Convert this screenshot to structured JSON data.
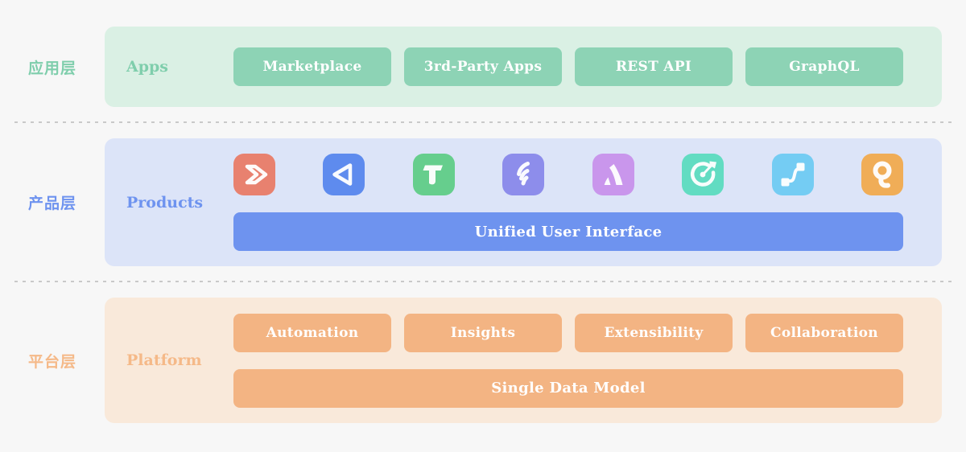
{
  "page": {
    "background": "#f7f7f7",
    "separator_color": "#c9c9c9"
  },
  "layers": [
    {
      "side_label": "应用层",
      "panel_label": "Apps",
      "panel_color": "#daf0e4",
      "accent_color": "#7fceac",
      "chip_color": "#8dd3b5",
      "chips": [
        "Marketplace",
        "3rd-Party Apps",
        "REST API",
        "GraphQL"
      ]
    },
    {
      "side_label": "产品层",
      "panel_label": "Products",
      "panel_color": "#dce4f8",
      "accent_color": "#6e93ef",
      "bar_color": "#6e93ef",
      "bar_label": "Unified User Interface",
      "icons": [
        {
          "name": "chevron-arrow-icon",
          "color": "#e8816f"
        },
        {
          "name": "triangle-play-icon",
          "color": "#5e8bee"
        },
        {
          "name": "letter-t-icon",
          "color": "#66ce8d"
        },
        {
          "name": "feather-icon",
          "color": "#8d8deb"
        },
        {
          "name": "mountain-a-icon",
          "color": "#c996ec"
        },
        {
          "name": "target-dart-icon",
          "color": "#62dcc2"
        },
        {
          "name": "workflow-connector-icon",
          "color": "#74ccf3"
        },
        {
          "name": "letter-q-icon",
          "color": "#f0ad57"
        }
      ]
    },
    {
      "side_label": "平台层",
      "panel_label": "Platform",
      "panel_color": "#f9e9da",
      "accent_color": "#f5b988",
      "chip_color": "#f3b483",
      "chips": [
        "Automation",
        "Insights",
        "Extensibility",
        "Collaboration"
      ],
      "bar_color": "#f3b483",
      "bar_label": "Single Data Model"
    }
  ]
}
